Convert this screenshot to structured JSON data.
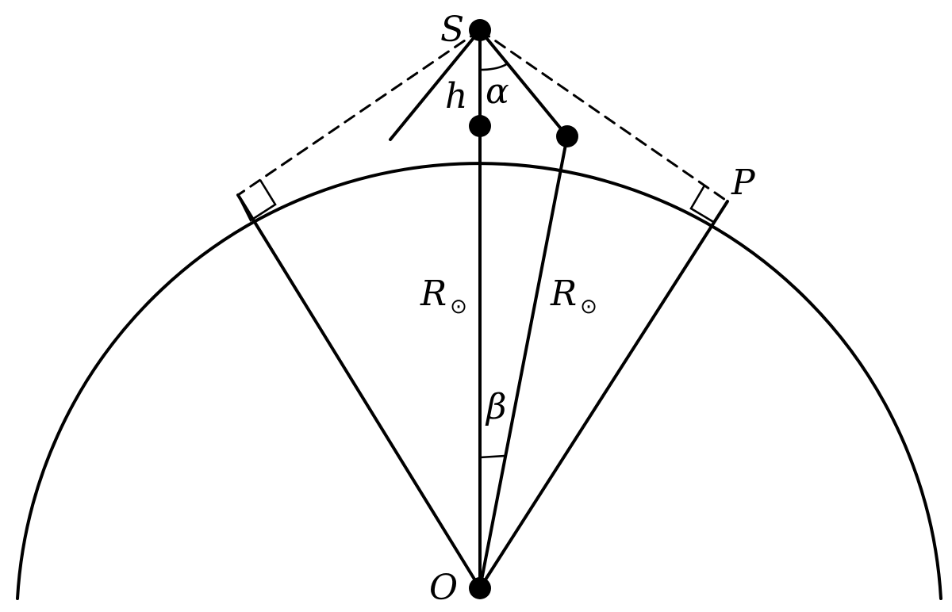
{
  "diagram": {
    "labels": {
      "S": "S",
      "h": "h",
      "alpha": "α",
      "P": "P",
      "R": "R",
      "sun": "⊙",
      "beta": "β",
      "O": "O"
    },
    "elements": [
      "sun-limb-arc",
      "vertical-radius-OS",
      "slanted-radius",
      "tangent-radii-to-P",
      "dashed-tangent-lines",
      "sight-lines-from-S",
      "right-angle-markers",
      "angle-arcs-alpha-beta",
      "points-S-O-top-P"
    ],
    "colors": {
      "stroke": "#000000",
      "background": "#ffffff"
    }
  }
}
